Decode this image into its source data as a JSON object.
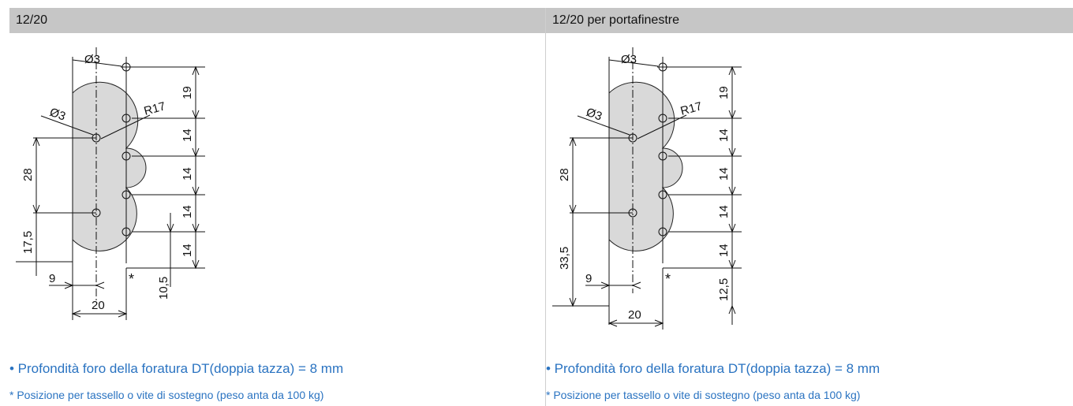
{
  "columns": [
    {
      "title": "12/20",
      "dims": {
        "d_top": "Ø3",
        "d_left": "Ø3",
        "radius": "R17",
        "v1": "19",
        "v2": "14",
        "v3": "14",
        "v4": "14",
        "v5": "14",
        "h_left": "28",
        "h_bottom": "17,5",
        "w9": "9",
        "w20": "20",
        "w_low": "10,5",
        "star": "*"
      },
      "note_main": "• Profondità foro della foratura DT(doppia tazza) = 8 mm",
      "note_sub": "* Posizione per tassello o vite di sostegno (peso anta da 100 kg)"
    },
    {
      "title": "12/20 per portafinestre",
      "dims": {
        "d_top": "Ø3",
        "d_left": "Ø3",
        "radius": "R17",
        "v1": "19",
        "v2": "14",
        "v3": "14",
        "v4": "14",
        "v5": "14",
        "h_left": "28",
        "h_bottom": "33,5",
        "w9": "9",
        "w20": "20",
        "w_low": "12,5",
        "star": "*"
      },
      "note_main": "• Profondità foro della foratura DT(doppia tazza) = 8 mm",
      "note_sub": "* Posizione per tassello o vite di sostegno (peso anta da 100 kg)"
    }
  ]
}
